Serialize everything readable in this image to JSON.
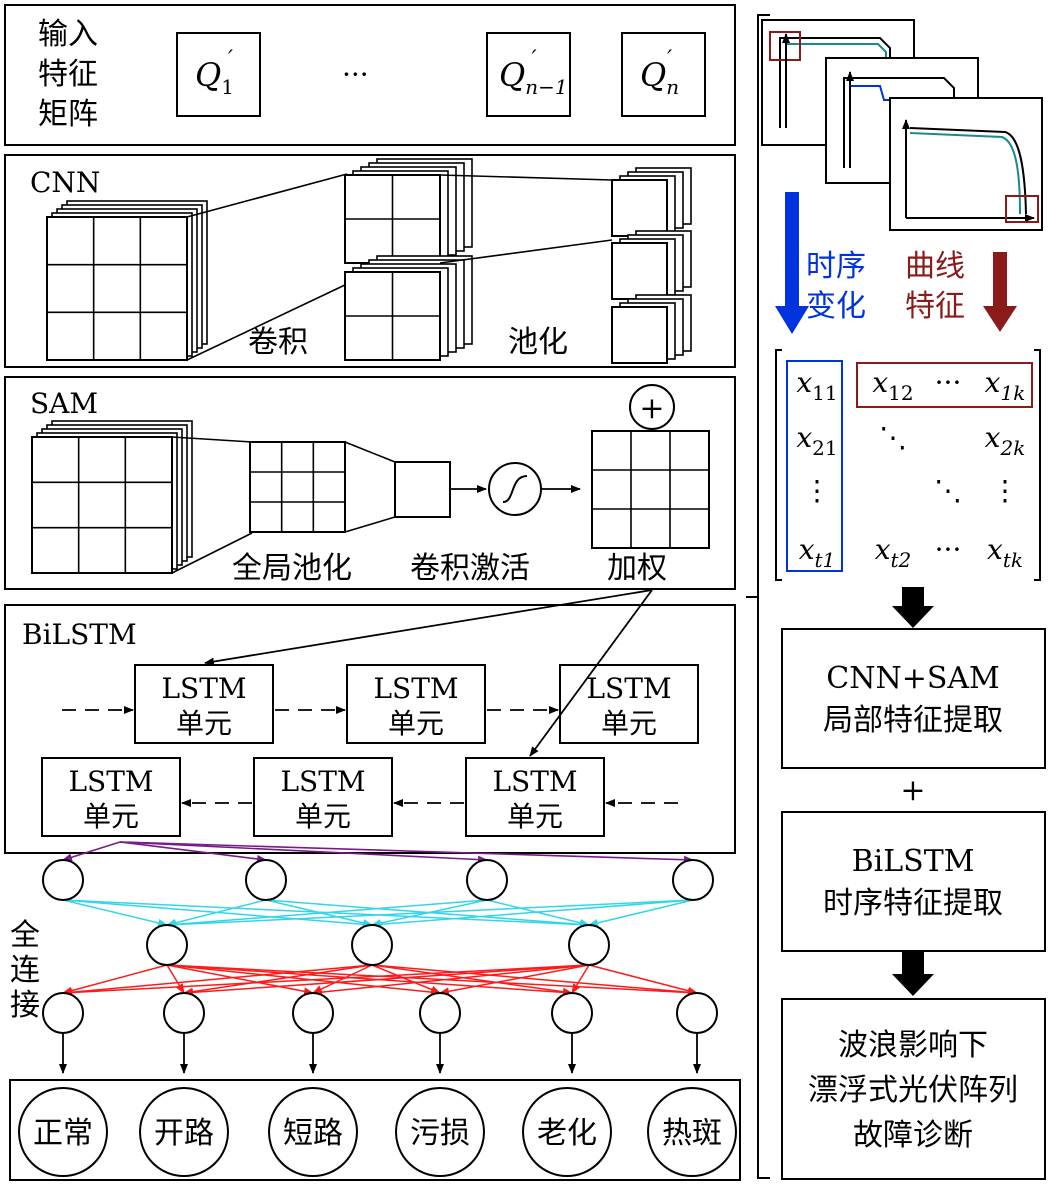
{
  "input": {
    "label_lines": [
      "输入",
      "特征",
      "矩阵"
    ],
    "matrices": [
      {
        "base": "Q",
        "sub": "1",
        "prime": "′"
      },
      {
        "ellipsis": "···"
      },
      {
        "base": "Q",
        "sub": "n−1",
        "prime": "′"
      },
      {
        "base": "Q",
        "sub": "n",
        "prime": "′"
      }
    ]
  },
  "cnn": {
    "title": "CNN",
    "conv_label": "卷积",
    "pool_label": "池化"
  },
  "sam": {
    "title": "SAM",
    "gpool_label": "全局池化",
    "convact_label": "卷积激活",
    "weight_label": "加权",
    "plus_symbol": "+"
  },
  "bilstm": {
    "title": "BiLSTM",
    "cell_line1": "LSTM",
    "cell_line2": "单元"
  },
  "fc": {
    "label_lines": [
      "全",
      "连",
      "接"
    ]
  },
  "outputs": [
    "正常",
    "开路",
    "短路",
    "污损",
    "老化",
    "热斑"
  ],
  "right": {
    "blue_label_lines": [
      "时序",
      "变化"
    ],
    "red_label_lines": [
      "曲线",
      "特征"
    ],
    "matrix": {
      "rows": [
        [
          {
            "b": "x",
            "s": "11"
          },
          {
            "b": "x",
            "s": "12"
          },
          {
            "e": "···"
          },
          {
            "b": "x",
            "s": "1k"
          }
        ],
        [
          {
            "b": "x",
            "s": "21"
          },
          {
            "e": "⋱"
          },
          {
            "e": ""
          },
          {
            "b": "x",
            "s": "2k"
          }
        ],
        [
          {
            "e": "⋮"
          },
          {
            "e": ""
          },
          {
            "e": "⋱"
          },
          {
            "e": "⋮"
          }
        ],
        [
          {
            "b": "x",
            "s": "t1"
          },
          {
            "b": "x",
            "s": "t2"
          },
          {
            "e": "···"
          },
          {
            "b": "x",
            "s": "tk"
          }
        ]
      ]
    },
    "box1_lines": [
      "CNN+SAM",
      "局部特征提取"
    ],
    "plus": "+",
    "box2_lines": [
      "BiLSTM",
      "时序特征提取"
    ],
    "box3_lines": [
      "波浪影响下",
      "漂浮式光伏阵列",
      "故障诊断"
    ],
    "colors": {
      "blue": "#0033dd",
      "red": "#8b1a1a",
      "teal": "#1a8a8a",
      "purple": "#7a1a8a",
      "cyan": "#33d6e8",
      "bright_red": "#ff1a1a"
    }
  }
}
